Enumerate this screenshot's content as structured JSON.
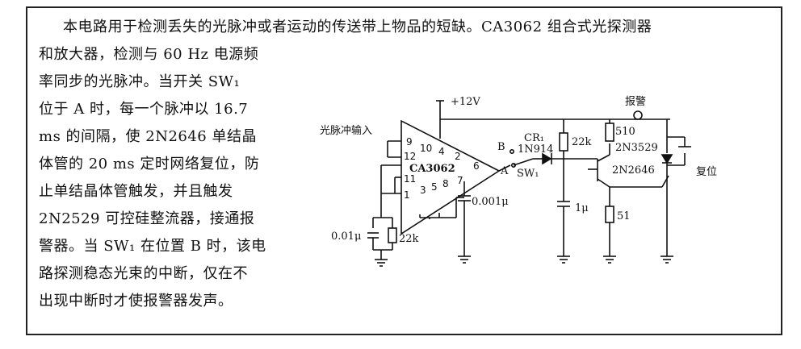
{
  "description": {
    "lines": [
      "本电路用于检测丢失的光脉冲或者运动的传送带上物品的短缺。CA3062 组合式光探测器",
      "和放大器，检测与 60 Hz 电源频",
      "率同步的光脉冲。当开关 SW₁",
      "位于 A 时，每一个脉冲以 16.7",
      "ms 的间隔，使 2N2646 单结晶",
      "体管的 20 ms 定时网络复位，防",
      "止单结晶体管触发，并且触发",
      "2N2529 可控硅整流器，接通报",
      "警器。当 SW₁ 在位置 B 时，该电",
      "路探测稳态光束的中断，仅在不",
      "出现中断时才使报警器发声。"
    ]
  },
  "circuit": {
    "input_label": "光脉冲输入",
    "ic_label": "CA3062",
    "ic_pins": [
      "9",
      "10",
      "4",
      "2",
      "12",
      "11",
      "6",
      "1",
      "3",
      "5",
      "8",
      "7"
    ],
    "supply": "+12V",
    "diode_cr": "CR₁",
    "diode_part": "1N914",
    "switch_pos_b": "B",
    "switch_pos_a": "A",
    "switch_name": "SW₁",
    "cap_ic": "0.001μ",
    "cap_input": "0.01μ",
    "res_input": "22k",
    "res_timing": "22k",
    "cap_timing": "1μ",
    "alarm": "报警",
    "res_510": "510",
    "scr": "2N3529",
    "ujt": "2N2646",
    "res_51": "51",
    "reset": "复位"
  }
}
